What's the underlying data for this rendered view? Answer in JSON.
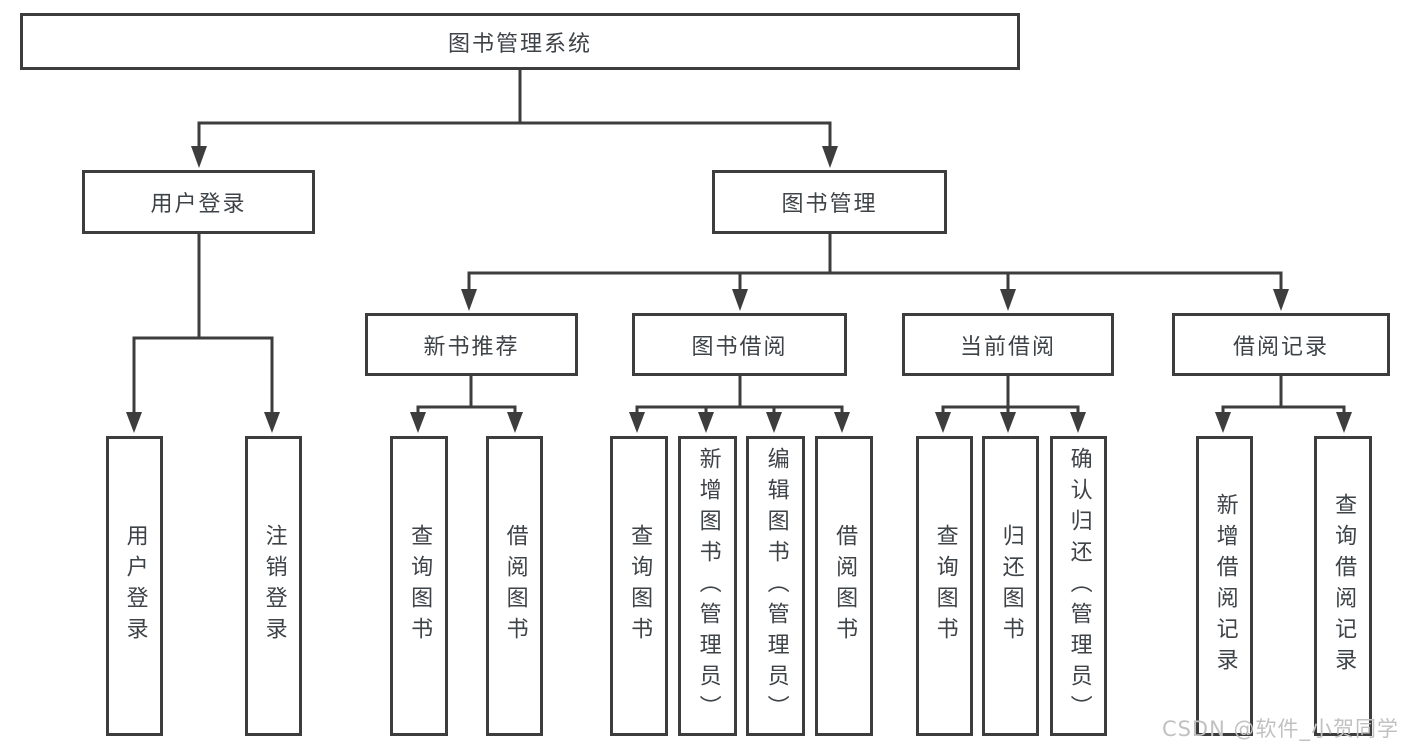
{
  "diagram": {
    "title": "图书管理系统",
    "root": {
      "label": "图书管理系统"
    },
    "branches": [
      {
        "label": "用户登录",
        "children": [
          {
            "label": "用户登录"
          },
          {
            "label": "注销登录"
          }
        ]
      },
      {
        "label": "图书管理",
        "children": [
          {
            "label": "新书推荐",
            "children": [
              {
                "label": "查询图书"
              },
              {
                "label": "借阅图书"
              }
            ]
          },
          {
            "label": "图书借阅",
            "children": [
              {
                "label": "查询图书"
              },
              {
                "label": "新增图书（管理员）"
              },
              {
                "label": "编辑图书（管理员）"
              },
              {
                "label": "借阅图书"
              }
            ]
          },
          {
            "label": "当前借阅",
            "children": [
              {
                "label": "查询图书"
              },
              {
                "label": "归还图书"
              },
              {
                "label": "确认归还（管理员）"
              }
            ]
          },
          {
            "label": "借阅记录",
            "children": [
              {
                "label": "新增借阅记录"
              },
              {
                "label": "查询借阅记录"
              }
            ]
          }
        ]
      }
    ]
  },
  "watermark": "CSDN @软件_小贺同学",
  "colors": {
    "line": "#3d3d3d",
    "text": "#3e4347",
    "background": "#ffffff",
    "watermark": "#c2c1c1"
  }
}
